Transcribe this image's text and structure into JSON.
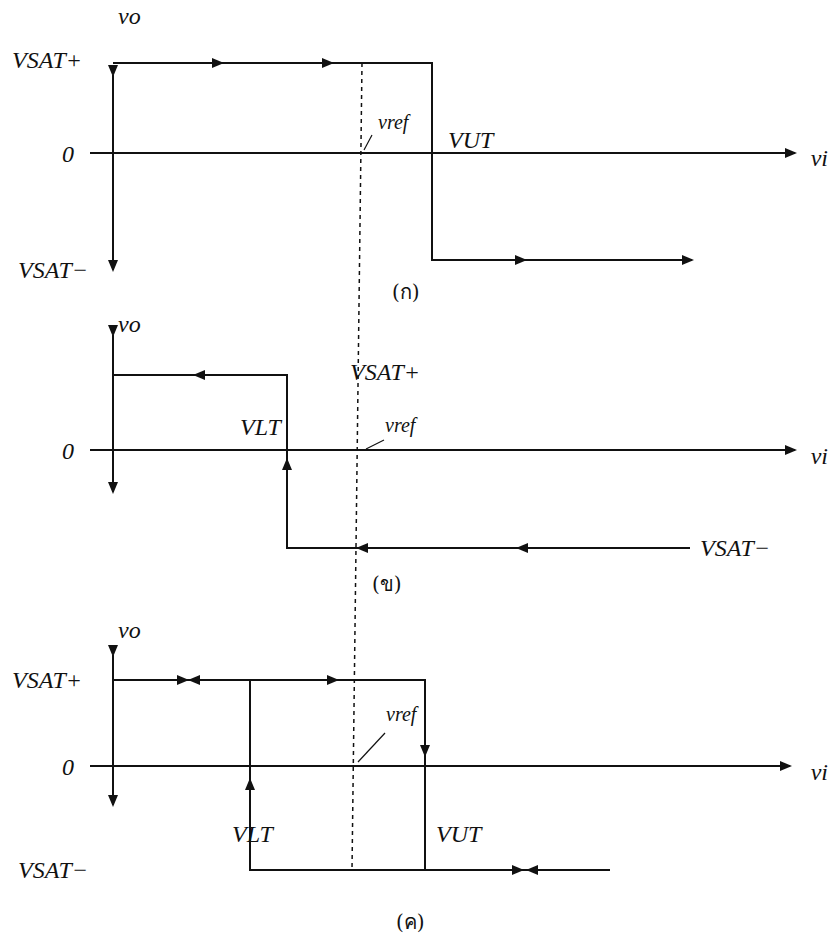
{
  "diagram": {
    "labels": [
      "vo",
      "VSAT+",
      "0",
      "VSAT−",
      "vref",
      "VUT",
      "vi",
      "(ก)",
      "vo",
      "VSAT+",
      "vref",
      "0",
      "VLT",
      "vi",
      "VSAT−",
      "(ข)",
      "vo",
      "VSAT+",
      "vref",
      "0",
      "vi",
      "VLT",
      "VUT",
      "VSAT−",
      "(ค)"
    ]
  }
}
